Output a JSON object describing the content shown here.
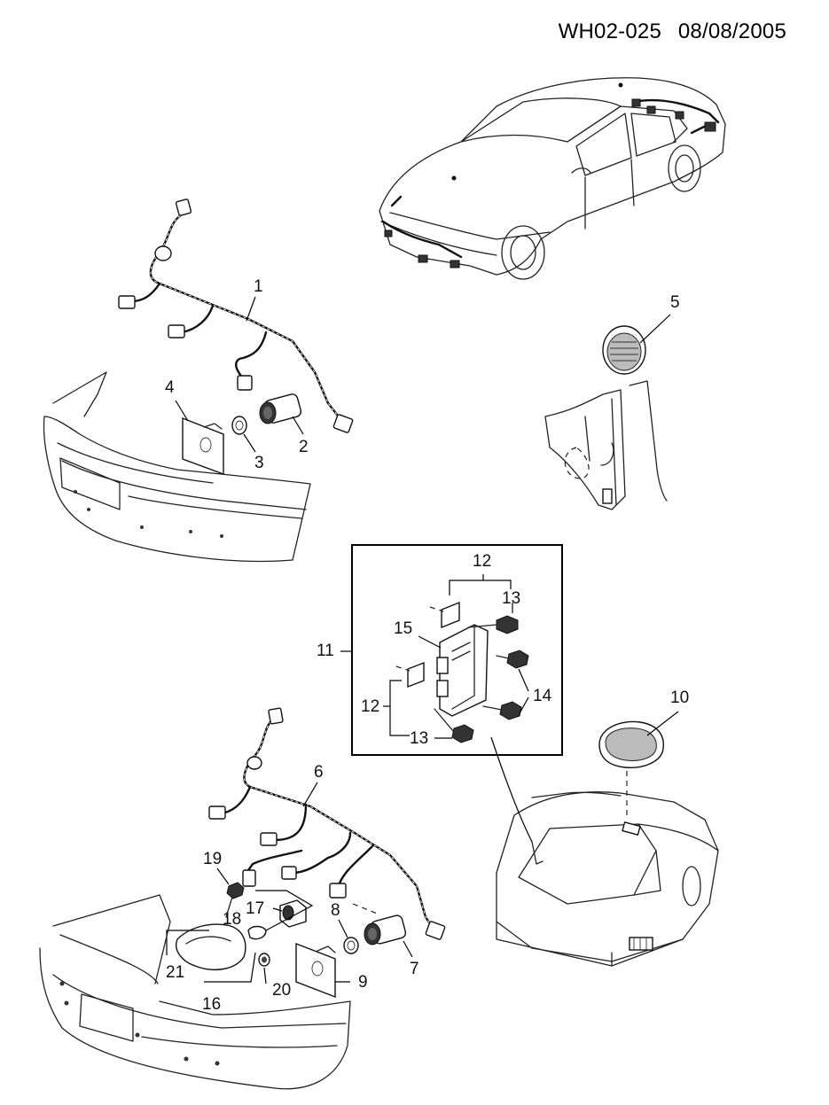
{
  "header": {
    "ref": "WH02-025",
    "date": "08/08/2005"
  },
  "callouts": {
    "c1": "1",
    "c2": "2",
    "c3": "3",
    "c4": "4",
    "c5": "5",
    "c6": "6",
    "c7": "7",
    "c8": "8",
    "c9": "9",
    "c10": "10",
    "c11": "11",
    "c12a": "12",
    "c12b": "12",
    "c13a": "13",
    "c13b": "13",
    "c14": "14",
    "c15": "15",
    "c16": "16",
    "c17": "17",
    "c18": "18",
    "c19": "19",
    "c20": "20",
    "c21": "21"
  }
}
